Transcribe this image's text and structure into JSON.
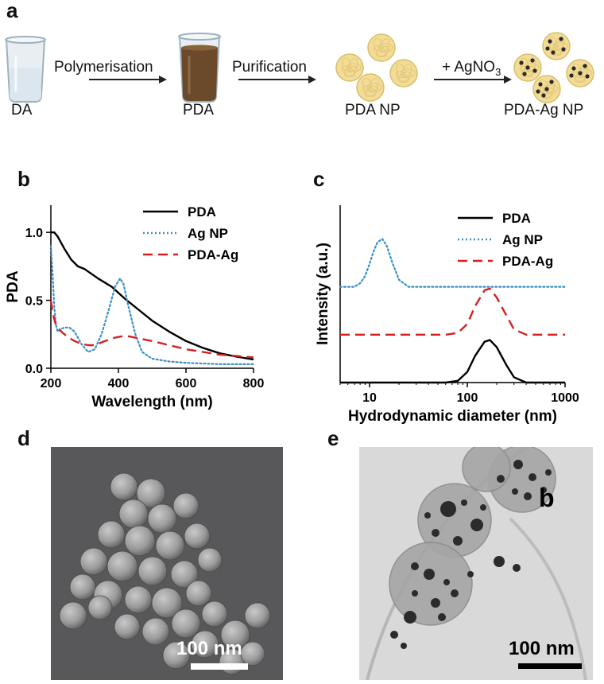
{
  "panels": {
    "a": "a",
    "b": "b",
    "c": "c",
    "d": "d",
    "e": "e"
  },
  "scheme": {
    "stages": [
      {
        "label": "DA",
        "icon": "empty-beaker-icon"
      },
      {
        "label": "PDA",
        "icon": "brown-beaker-icon"
      },
      {
        "label": "PDA NP",
        "icon": "nanoparticle-cluster-icon"
      },
      {
        "label": "PDA-Ag NP",
        "icon": "silver-decorated-nanoparticle-icon"
      }
    ],
    "steps": [
      "Polymerisation",
      "Purification",
      "+ AgNO"
    ],
    "step3_subscript": "3"
  },
  "chart_data": [
    {
      "type": "line",
      "xlabel": "Wavelength (nm)",
      "ylabel": "PDA",
      "xlim": [
        200,
        800
      ],
      "ylim": [
        0,
        1.2
      ],
      "xticks": [
        200,
        400,
        600,
        800
      ],
      "yticks": [
        0.0,
        0.5,
        1.0
      ],
      "ytick_labels": [
        "0.0",
        "0.5",
        "1.0"
      ],
      "legend_position": "top-right",
      "series": [
        {
          "name": "PDA",
          "color": "#000000",
          "style": "solid",
          "x": [
            200,
            210,
            220,
            240,
            260,
            280,
            300,
            340,
            380,
            420,
            460,
            500,
            550,
            600,
            650,
            700,
            750,
            800
          ],
          "y": [
            1.0,
            1.0,
            0.97,
            0.88,
            0.8,
            0.75,
            0.73,
            0.66,
            0.6,
            0.51,
            0.43,
            0.35,
            0.27,
            0.2,
            0.15,
            0.11,
            0.085,
            0.065
          ]
        },
        {
          "name": "Ag NP",
          "color": "#3b8fc7",
          "style": "dotted",
          "x": [
            200,
            205,
            210,
            215,
            220,
            230,
            240,
            255,
            270,
            290,
            310,
            330,
            350,
            370,
            390,
            405,
            415,
            430,
            450,
            470,
            500,
            550,
            600,
            650,
            700,
            800
          ],
          "y": [
            0.9,
            0.7,
            0.45,
            0.32,
            0.27,
            0.29,
            0.3,
            0.3,
            0.27,
            0.18,
            0.12,
            0.14,
            0.25,
            0.42,
            0.6,
            0.66,
            0.62,
            0.45,
            0.25,
            0.12,
            0.07,
            0.05,
            0.04,
            0.035,
            0.03,
            0.03
          ]
        },
        {
          "name": "PDA-Ag",
          "color": "#d42020",
          "style": "dashed",
          "x": [
            200,
            205,
            210,
            215,
            220,
            235,
            250,
            270,
            290,
            310,
            330,
            350,
            380,
            400,
            420,
            440,
            460,
            500,
            550,
            600,
            650,
            700,
            750,
            800
          ],
          "y": [
            0.5,
            0.42,
            0.36,
            0.32,
            0.3,
            0.26,
            0.23,
            0.2,
            0.18,
            0.17,
            0.17,
            0.19,
            0.22,
            0.23,
            0.24,
            0.23,
            0.22,
            0.2,
            0.17,
            0.14,
            0.12,
            0.1,
            0.09,
            0.08
          ]
        }
      ]
    },
    {
      "type": "line",
      "xlabel": "Hydrodynamic diameter (nm)",
      "ylabel": "Intensity (a.u.)",
      "x_scale": "log",
      "xlim": [
        5,
        1000
      ],
      "xticks": [
        10,
        100,
        1000
      ],
      "ylim": [
        0,
        1
      ],
      "legend_position": "right",
      "series": [
        {
          "name": "PDA",
          "color": "#000000",
          "style": "solid",
          "x": [
            5,
            60,
            80,
            100,
            120,
            150,
            170,
            200,
            250,
            300,
            400,
            1000
          ],
          "y": [
            0.0,
            0.0,
            0.01,
            0.06,
            0.15,
            0.23,
            0.24,
            0.2,
            0.1,
            0.03,
            0.0,
            0.0
          ]
        },
        {
          "name": "Ag NP",
          "color": "#3b8fc7",
          "style": "dotted",
          "x": [
            5,
            7,
            8,
            9,
            10,
            11,
            12,
            13.5,
            15,
            17,
            20,
            25,
            1000
          ],
          "y": [
            0.54,
            0.54,
            0.56,
            0.6,
            0.67,
            0.74,
            0.79,
            0.81,
            0.77,
            0.68,
            0.58,
            0.54,
            0.54
          ]
        },
        {
          "name": "PDA-Ag",
          "color": "#d42020",
          "style": "dashed",
          "x": [
            5,
            60,
            80,
            100,
            120,
            150,
            170,
            200,
            250,
            300,
            400,
            1000
          ],
          "y": [
            0.27,
            0.27,
            0.28,
            0.33,
            0.43,
            0.52,
            0.53,
            0.48,
            0.38,
            0.3,
            0.27,
            0.27
          ]
        }
      ]
    }
  ],
  "micrographs": {
    "sem": {
      "scale_label": "100 nm"
    },
    "tem": {
      "scale_label": "100 nm",
      "inset_letter": "b"
    }
  }
}
